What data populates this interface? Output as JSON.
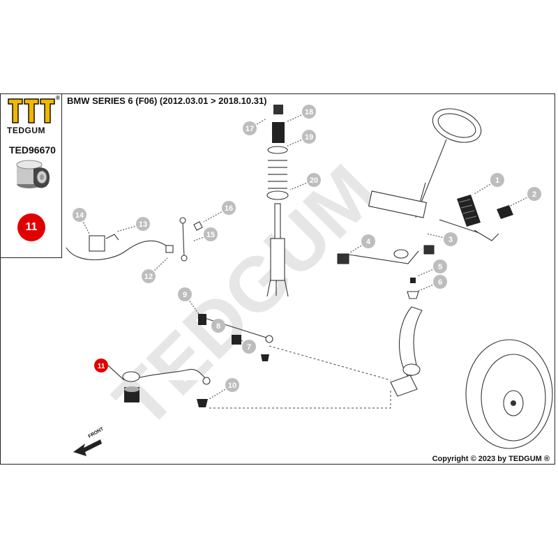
{
  "brand": {
    "name": "TEDGUM",
    "part_number": "TED96670",
    "registered_mark": "®"
  },
  "header": {
    "title": "BMW SERIES 6 (F06)  (2012.03.01 > 2018.10.31)"
  },
  "footer": {
    "copyright": "Copyright © 2023 by TEDGUM ®"
  },
  "highlight": {
    "number": "11",
    "color": "#e00000"
  },
  "watermark": {
    "text": "TEDGUM"
  },
  "front_label": "FRONT",
  "callouts": [
    "1",
    "2",
    "3",
    "4",
    "5",
    "6",
    "7",
    "8",
    "9",
    "10",
    "12",
    "13",
    "14",
    "15",
    "16",
    "17",
    "18",
    "19",
    "20"
  ],
  "colors": {
    "callout_fill": "#bdbdbd",
    "accent_red": "#e00000",
    "watermark": "#e6e6e6"
  }
}
